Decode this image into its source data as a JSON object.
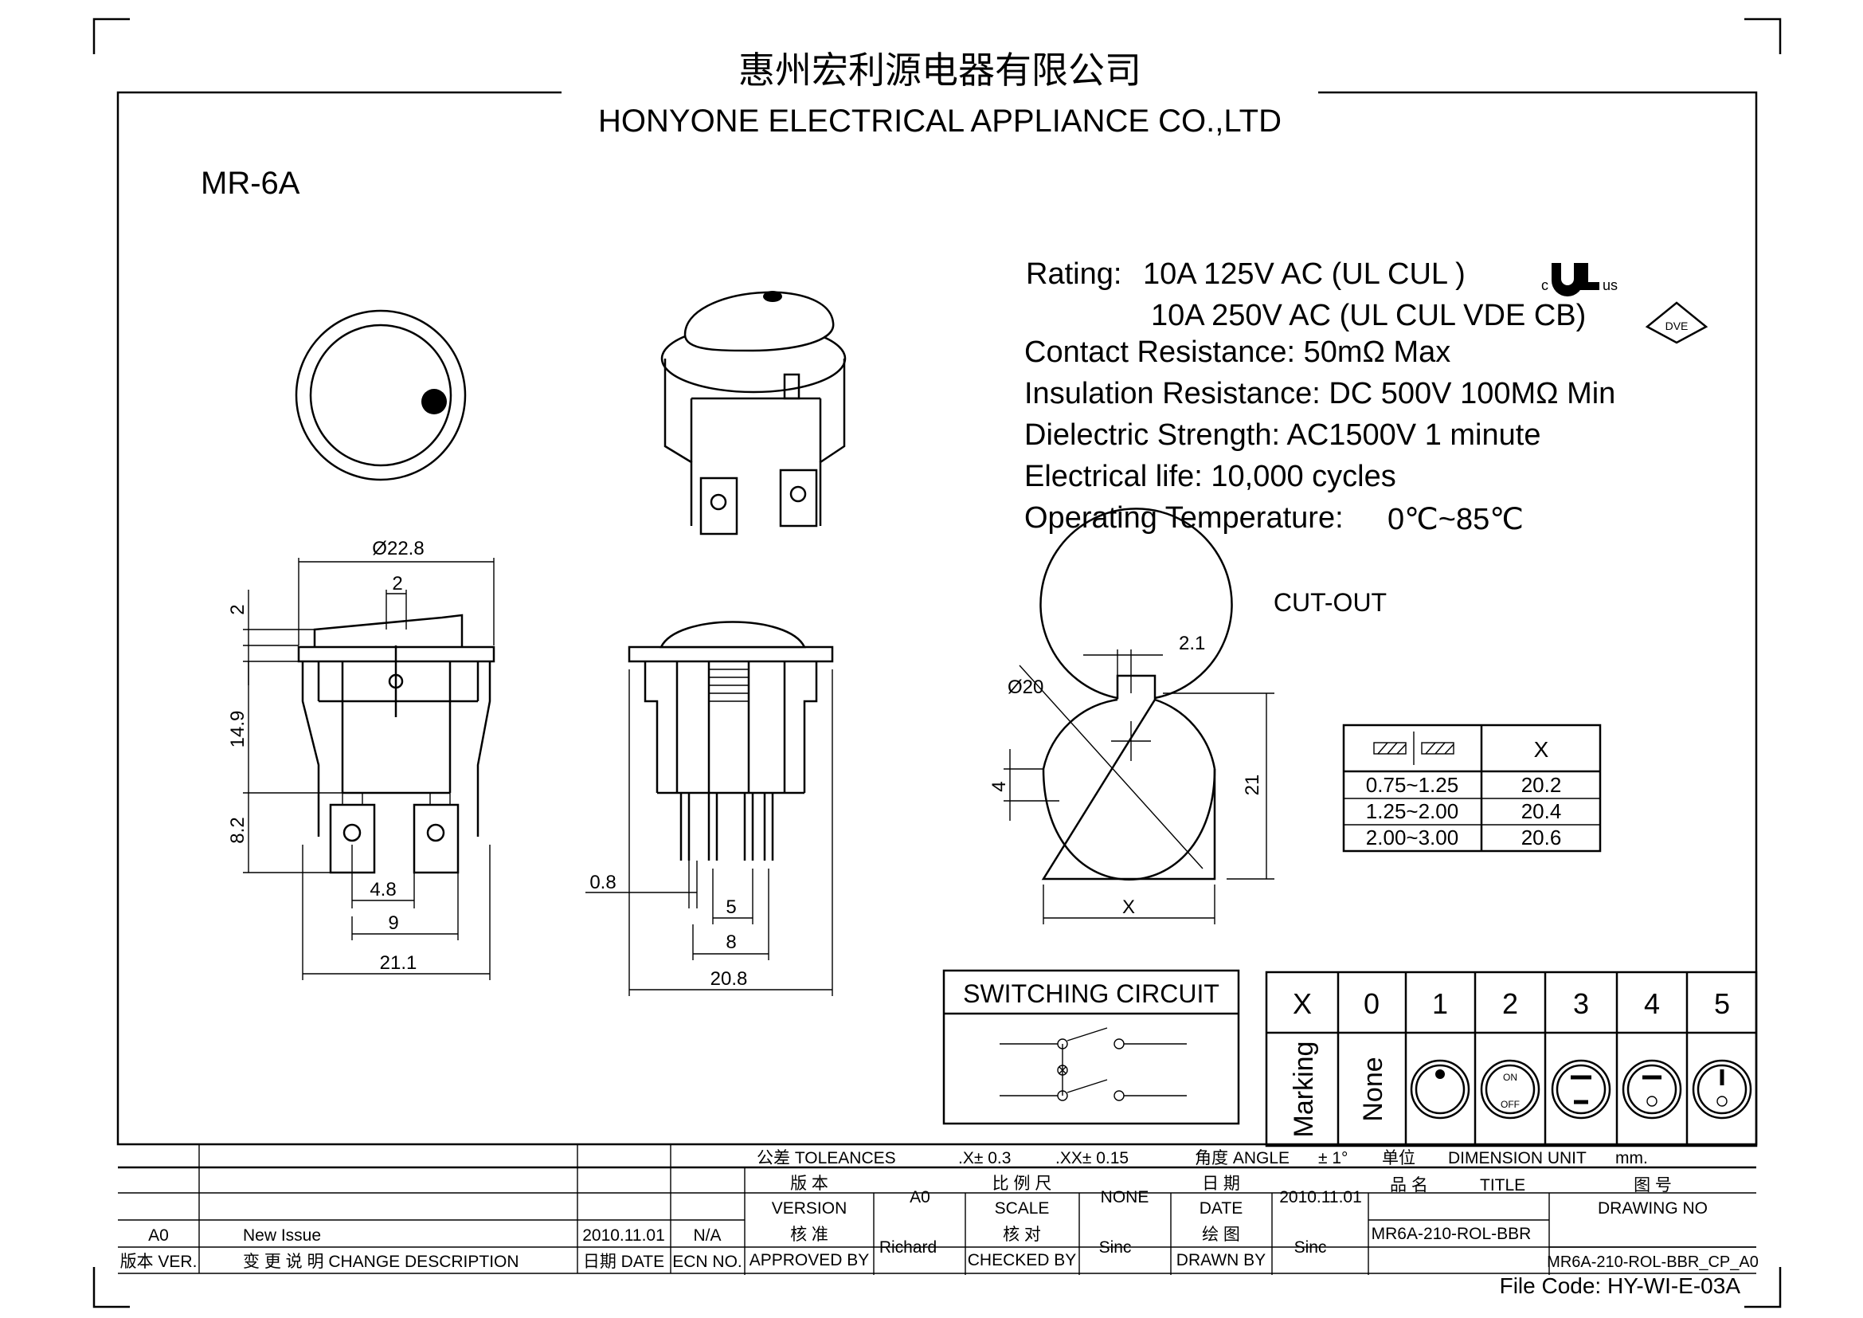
{
  "header": {
    "company_cn": "惠州宏利源电器有限公司",
    "company_en": "HONYONE  ELECTRICAL  APPLIANCE  CO.,LTD",
    "model": "MR-6A"
  },
  "specs": {
    "rating_label": "Rating:",
    "rating_line1": "10A 125V AC (UL  CUL  )",
    "rating_line2": "10A 250V AC (UL  CUL  VDE  CB)",
    "contact_resistance": "Contact Resistance: 50mΩ Max",
    "insulation_resistance": "Insulation Resistance: DC 500V 100MΩ Min",
    "dielectric_strength": "Dielectric Strength: AC1500V 1 minute",
    "electrical_life": "Electrical life: 10,000 cycles",
    "operating_temperature_label": "Operating Temperature:",
    "operating_temperature_value": "0℃~85℃"
  },
  "cert_marks": {
    "ul_c": "c",
    "ul_us": "us",
    "vde": "DVE"
  },
  "dimensions": {
    "front_width": "Ø22.8",
    "actuator_gap": "2",
    "actuator_width": "2",
    "body_height": "14.9",
    "terminal_height": "8.2",
    "terminal_width": "4.8",
    "terminal_pitch": "9",
    "overall_width": "21.1",
    "terminal_thickness": "0.8",
    "side_pitch_inner": "5",
    "side_pitch_outer": "8",
    "side_width": "20.8"
  },
  "cutout": {
    "title": "CUT-OUT",
    "diameter": "Ø20",
    "slot_width": "2.1",
    "slot_depth": "4",
    "height": "21",
    "x_label": "X",
    "table_header_x": "X",
    "rows": [
      {
        "thickness": "0.75~1.25",
        "x": "20.2"
      },
      {
        "thickness": "1.25~2.00",
        "x": "20.4"
      },
      {
        "thickness": "2.00~3.00",
        "x": "20.6"
      }
    ]
  },
  "switching_circuit": {
    "title": "SWITCHING CIRCUIT"
  },
  "marking_table": {
    "header_x": "X",
    "columns": [
      "0",
      "1",
      "2",
      "3",
      "4",
      "5"
    ],
    "row_label": "Marking",
    "none_label": "None",
    "on_text": "ON",
    "off_text": "OFF"
  },
  "title_block": {
    "tolerance_label": "公差 TOLEANCES",
    "tolerance_x": ".X± 0.3",
    "tolerance_xx": ".XX± 0.15",
    "angle_label": "角度 ANGLE",
    "angle_value": "± 1°",
    "unit_cn": "单位",
    "unit_label": "DIMENSION UNIT",
    "unit_value": "mm.",
    "version_cn": "版 本",
    "version_en": "VERSION",
    "version_value": "A0",
    "scale_cn": "比 例 尺",
    "scale_en": "SCALE",
    "scale_value": "NONE",
    "date_cn": "日 期",
    "date_en": "DATE",
    "date_value": "2010.11.01",
    "title_cn": "品 名",
    "title_en": "TITLE",
    "title_value": "MR6A-210-ROL-BBR",
    "drawing_no_cn": "图 号",
    "drawing_no_en": "DRAWING NO",
    "drawing_no_value": "MR6A-210-ROL-BBR_CP_A0",
    "approved_cn": "核 准",
    "approved_en": "APPROVED BY",
    "approved_value": "Richard",
    "checked_cn": "核 对",
    "checked_en": "CHECKED BY",
    "checked_value": "Sinc",
    "drawn_cn": "绘 图",
    "drawn_en": "DRAWN BY",
    "drawn_value": "Sinc",
    "rev_ver": "A0",
    "rev_desc": "New Issue",
    "rev_date": "2010.11.01",
    "rev_ecn": "N/A",
    "col_ver": "版本 VER.",
    "col_desc": "变 更 说 明  CHANGE DESCRIPTION",
    "col_date": "日期 DATE",
    "col_ecn": "ECN NO.",
    "file_code": "File Code: HY-WI-E-03A"
  }
}
